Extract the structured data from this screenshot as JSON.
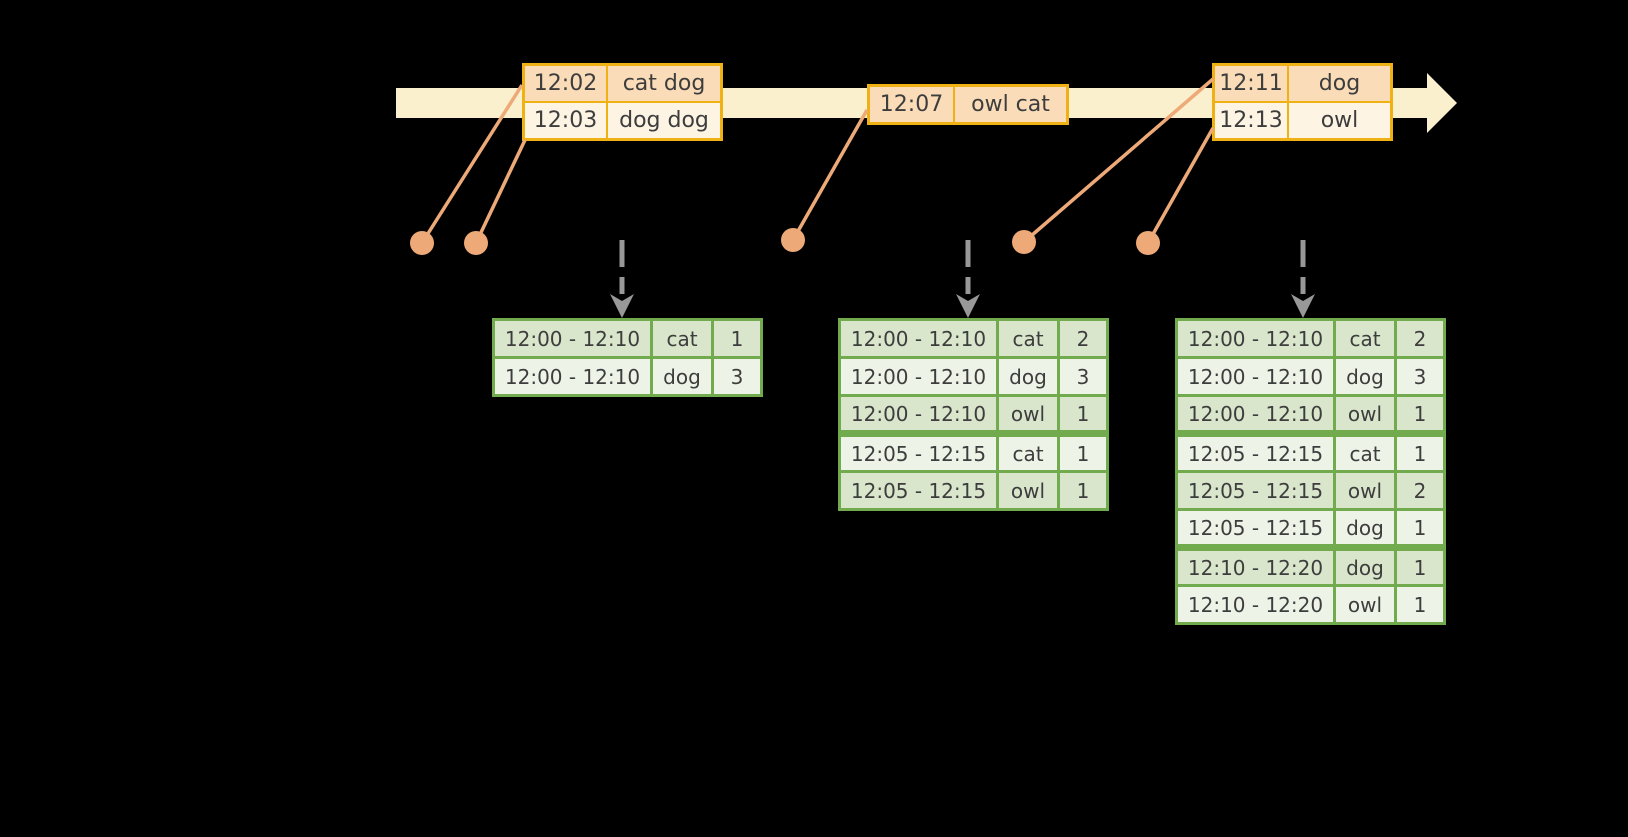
{
  "colors": {
    "band": "#faf0cd",
    "gold": "#f0b114",
    "peach": "#fadcb8",
    "cream": "#fdf4e3",
    "salmon": "#eda977",
    "green": "#72aa4e",
    "gdark": "#d9e6cb",
    "glight": "#eef3e8",
    "gray": "#989898",
    "ink": "#3d3d3d",
    "bg": "#000000"
  },
  "icons": {
    "timeline_arrowhead": "solid right-pointing triangle",
    "trigger_arrow": "dashed gray down arrow",
    "event_dot": "filled salmon circle"
  },
  "event_tables": [
    {
      "rows": [
        {
          "time": "12:02",
          "words": "cat dog"
        },
        {
          "time": "12:03",
          "words": "dog dog"
        }
      ]
    },
    {
      "rows": [
        {
          "time": "12:07",
          "words": "owl cat"
        }
      ]
    },
    {
      "rows": [
        {
          "time": "12:11",
          "words": "dog"
        },
        {
          "time": "12:13",
          "words": "owl"
        }
      ]
    }
  ],
  "result_tables": [
    {
      "rows": [
        {
          "window": "12:00 - 12:10",
          "word": "cat",
          "count": "1"
        },
        {
          "window": "12:00 - 12:10",
          "word": "dog",
          "count": "3"
        }
      ]
    },
    {
      "rows": [
        {
          "window": "12:00 - 12:10",
          "word": "cat",
          "count": "2"
        },
        {
          "window": "12:00 - 12:10",
          "word": "dog",
          "count": "3"
        },
        {
          "window": "12:00 - 12:10",
          "word": "owl",
          "count": "1"
        },
        {
          "window": "12:05 - 12:15",
          "word": "cat",
          "count": "1"
        },
        {
          "window": "12:05 - 12:15",
          "word": "owl",
          "count": "1"
        }
      ]
    },
    {
      "rows": [
        {
          "window": "12:00 - 12:10",
          "word": "cat",
          "count": "2"
        },
        {
          "window": "12:00 - 12:10",
          "word": "dog",
          "count": "3"
        },
        {
          "window": "12:00 - 12:10",
          "word": "owl",
          "count": "1"
        },
        {
          "window": "12:05 - 12:15",
          "word": "cat",
          "count": "1"
        },
        {
          "window": "12:05 - 12:15",
          "word": "owl",
          "count": "2"
        },
        {
          "window": "12:05 - 12:15",
          "word": "dog",
          "count": "1"
        },
        {
          "window": "12:10 - 12:20",
          "word": "dog",
          "count": "1"
        },
        {
          "window": "12:10 - 12:20",
          "word": "owl",
          "count": "1"
        }
      ]
    }
  ]
}
